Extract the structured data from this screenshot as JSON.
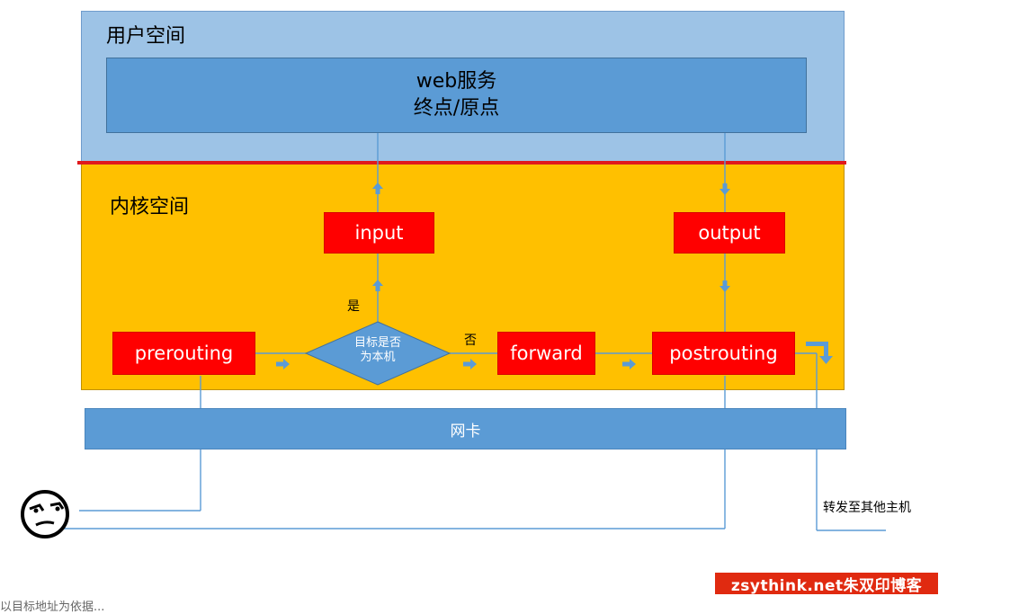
{
  "user_space": {
    "title": "用户空间"
  },
  "web_service": {
    "line1": "web服务",
    "line2": "终点/原点"
  },
  "kernel_space": {
    "title": "内核空间"
  },
  "chains": {
    "input": "input",
    "output": "output",
    "prerouting": "prerouting",
    "forward": "forward",
    "postrouting": "postrouting"
  },
  "decision": {
    "line1": "目标是否",
    "line2": "为本机",
    "yes_label": "是",
    "no_label": "否"
  },
  "nic": {
    "label": "网卡"
  },
  "forward_to_other_host": "转发至其他主机",
  "watermark": {
    "text": "zsythink.net朱双印博客"
  },
  "footer_partial": "以目标地址为依据...",
  "colors": {
    "user_space": "#9dc3e6",
    "kernel_space": "#ffc000",
    "chain_box": "#ff0000",
    "blue_box": "#5b9bd5",
    "divider": "#e0191d",
    "flow_line": "#5b9bd5"
  },
  "icons": {
    "user": "face-icon"
  }
}
